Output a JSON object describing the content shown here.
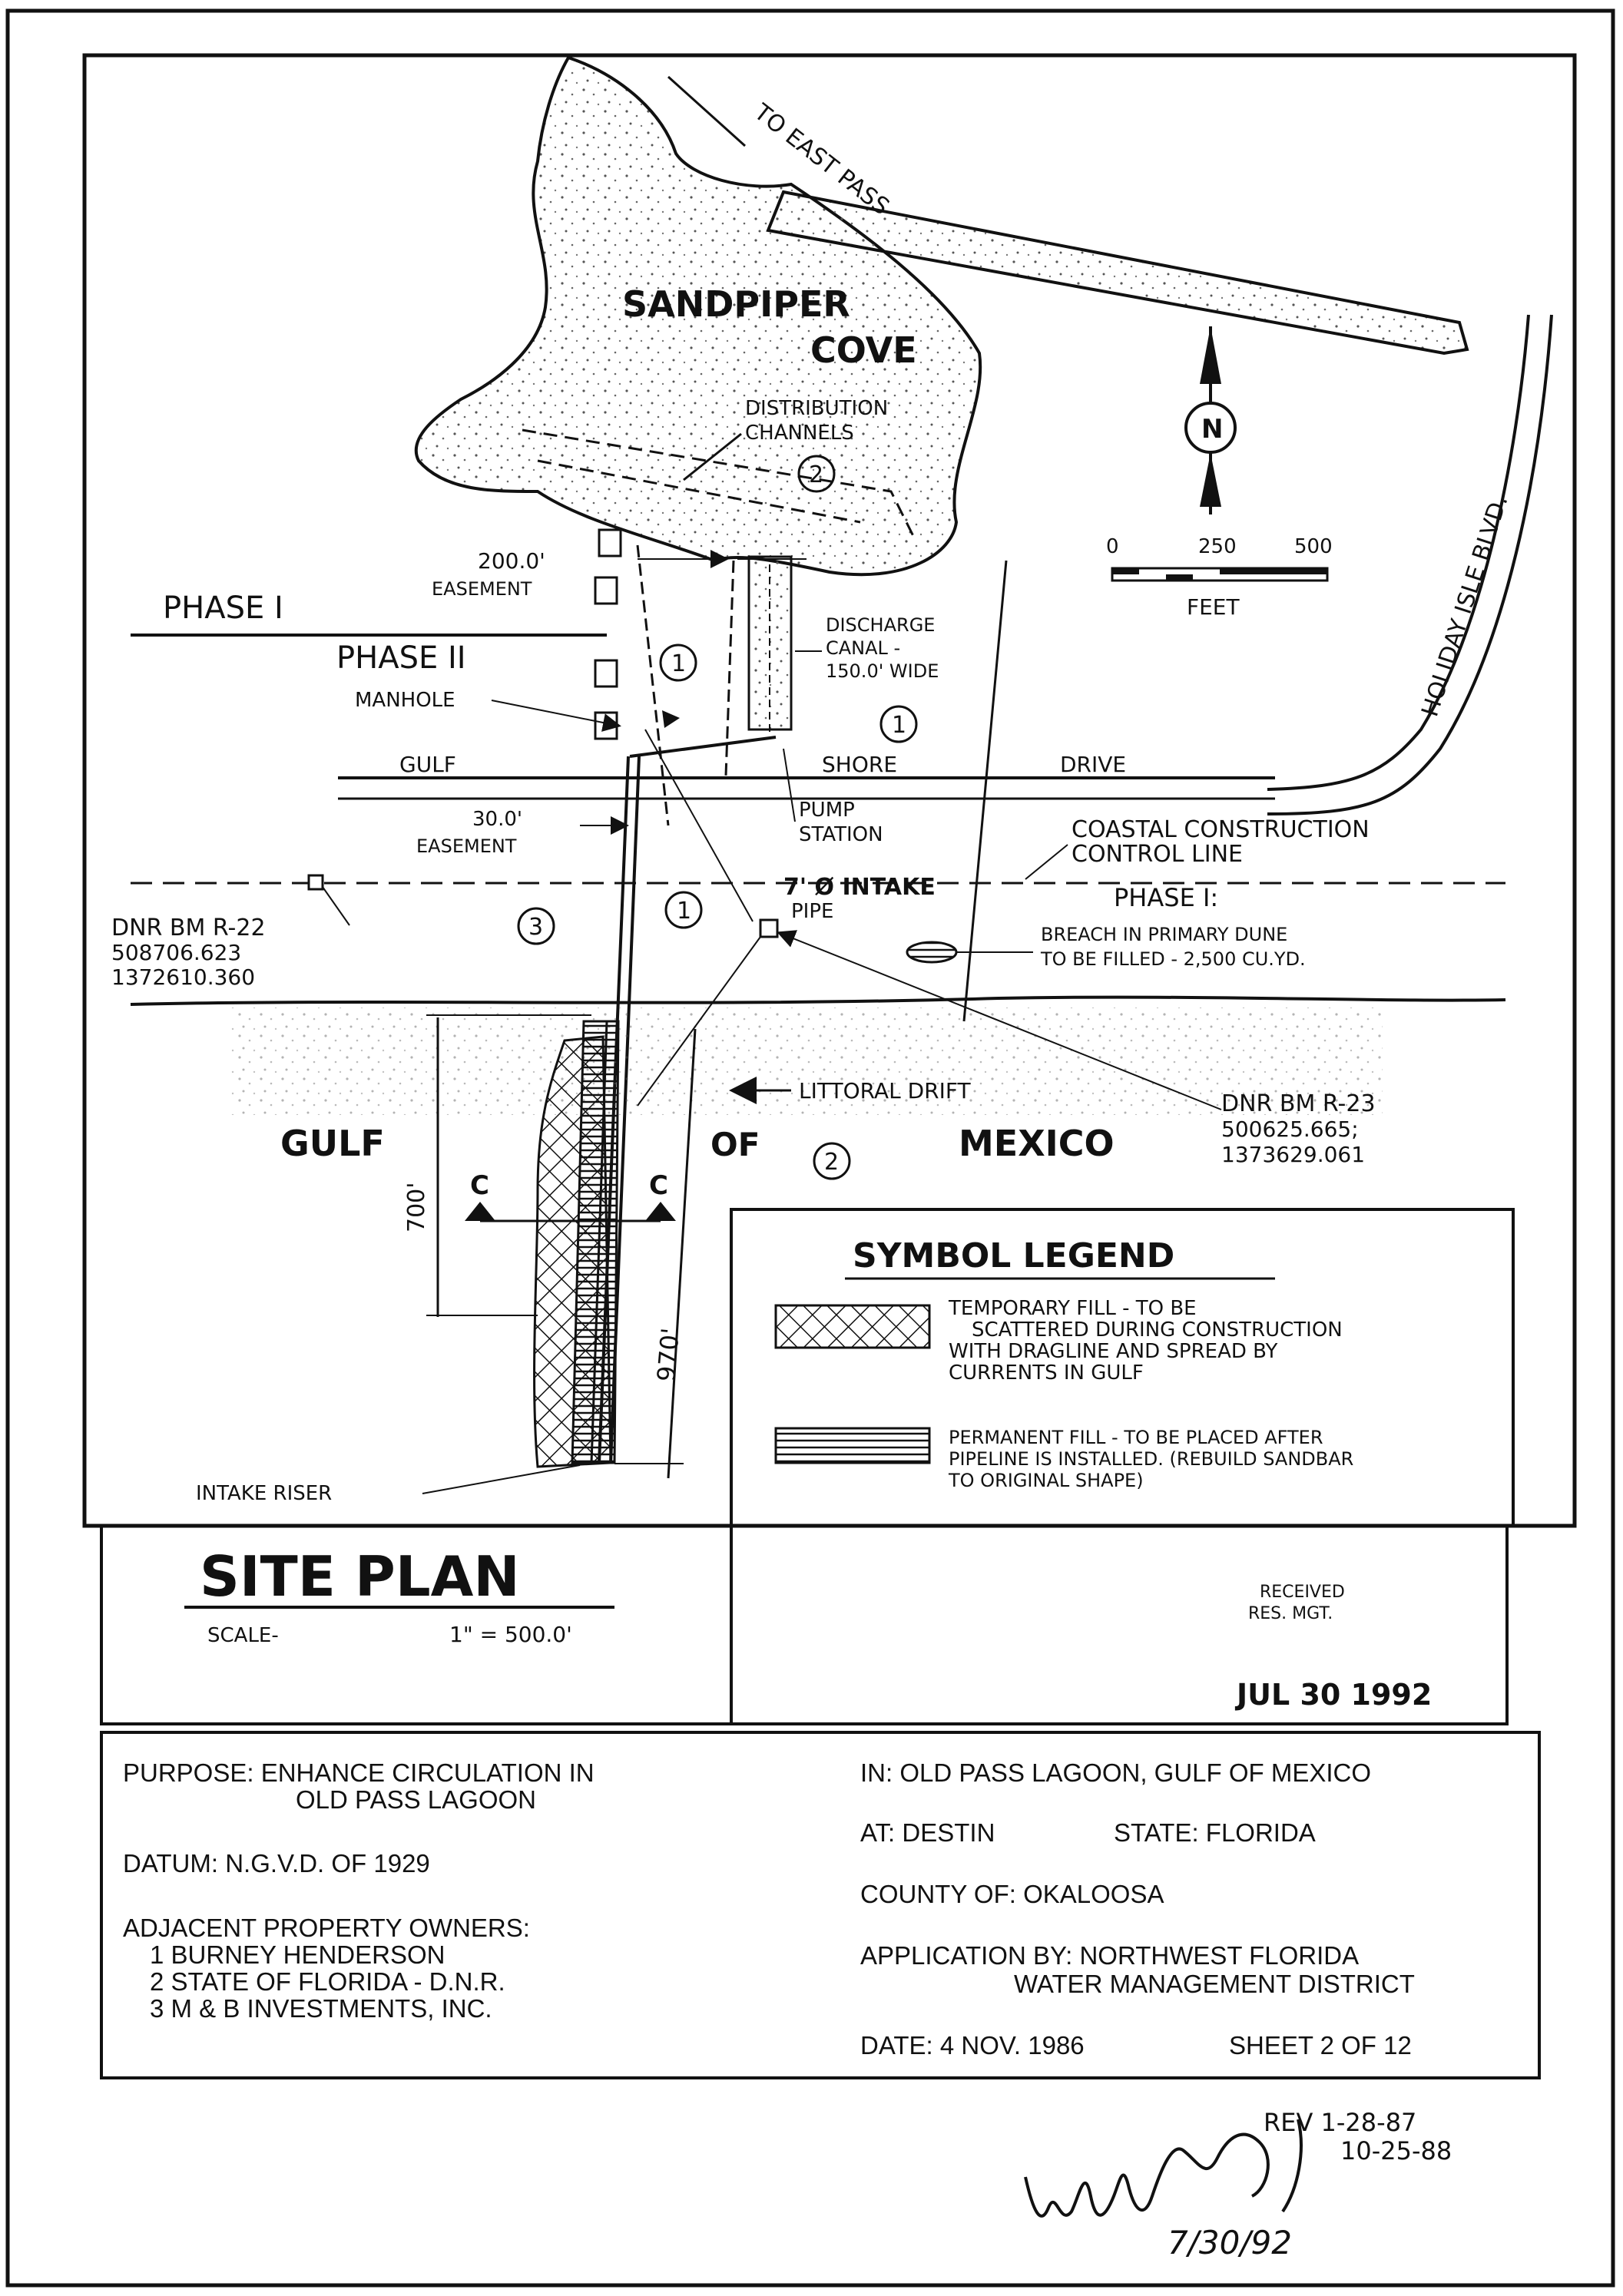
{
  "map": {
    "water_label_1": "SANDPIPER",
    "water_label_2": "COVE",
    "to_east_pass": "TO EAST PASS",
    "distribution_channels_1": "DISTRIBUTION",
    "distribution_channels_2": "CHANNELS",
    "easement_200_a": "200.0'",
    "easement_200_b": "EASEMENT",
    "phase_1_label": "PHASE I",
    "phase_2_label": "PHASE II",
    "manhole": "MANHOLE",
    "discharge_1": "DISCHARGE",
    "discharge_2": "CANAL -",
    "discharge_3": "150.0' WIDE",
    "road_gulf": "GULF",
    "road_shore": "SHORE",
    "road_drive": "DRIVE",
    "holiday_isle": "HOLIDAY ISLE BLVD.",
    "pump_1": "PUMP",
    "pump_2": "STATION",
    "easement_30_a": "30.0'",
    "easement_30_b": "EASEMENT",
    "coastal_1": "COASTAL CONSTRUCTION",
    "coastal_2": "CONTROL LINE",
    "intake_pipe_1": "7' Ø INTAKE",
    "intake_pipe_2": "PIPE",
    "phase_1_dune": "PHASE I:",
    "breach_1": "BREACH IN PRIMARY DUNE",
    "breach_2": "TO BE FILLED - 2,500 CU.YD.",
    "bm22_1": "DNR BM R-22",
    "bm22_2": "508706.623",
    "bm22_3": "1372610.360",
    "bm23_1": "DNR BM R-23",
    "bm23_2": "500625.665;",
    "bm23_3": "1373629.061",
    "littoral": "LITTORAL DRIFT",
    "gulf_word": "GULF",
    "of_word": "OF",
    "mexico_word": "MEXICO",
    "dim_700": "700'",
    "dim_970": "970'",
    "section_c": "C",
    "intake_riser": "INTAKE RISER",
    "owner_1": "1",
    "owner_2": "2",
    "owner_3": "3",
    "north": "N",
    "scale_0": "0",
    "scale_250": "250",
    "scale_500": "500",
    "scale_feet": "FEET"
  },
  "legend": {
    "title": "SYMBOL LEGEND",
    "temp_1": "TEMPORARY FILL - TO BE",
    "temp_2": "SCATTERED DURING CONSTRUCTION",
    "temp_3": "WITH DRAGLINE AND SPREAD BY",
    "temp_4": "CURRENTS IN GULF",
    "perm_1": "PERMANENT FILL - TO BE PLACED AFTER",
    "perm_2": "PIPELINE IS INSTALLED. (REBUILD SANDBAR",
    "perm_3": "TO ORIGINAL SHAPE)"
  },
  "title_block": {
    "title": "SITE PLAN",
    "scale_label": "SCALE-",
    "scale_value": "1\" = 500.0'",
    "stamp_received": "RECEIVED",
    "stamp_res": "RES. MGT.",
    "stamp_date": "JUL 30 1992"
  },
  "info": {
    "purpose_1": "PURPOSE: ENHANCE CIRCULATION IN",
    "purpose_2": "OLD PASS LAGOON",
    "datum": "DATUM: N.G.V.D. OF 1929",
    "owners_title": "ADJACENT PROPERTY OWNERS:",
    "owners_1": "1 BURNEY HENDERSON",
    "owners_2": "2 STATE OF FLORIDA - D.N.R.",
    "owners_3": "3 M & B INVESTMENTS, INC.",
    "in": "IN: OLD PASS LAGOON, GULF OF MEXICO",
    "at": "AT: DESTIN",
    "state": "STATE: FLORIDA",
    "county": "COUNTY OF: OKALOOSA",
    "app_1": "APPLICATION BY: NORTHWEST FLORIDA",
    "app_2": "WATER MANAGEMENT DISTRICT",
    "date": "DATE: 4 NOV. 1986",
    "sheet": "SHEET 2 OF 12"
  },
  "revisions": {
    "rev_1": "REV 1-28-87",
    "rev_2": "10-25-88",
    "signature_date": "7/30/92"
  }
}
